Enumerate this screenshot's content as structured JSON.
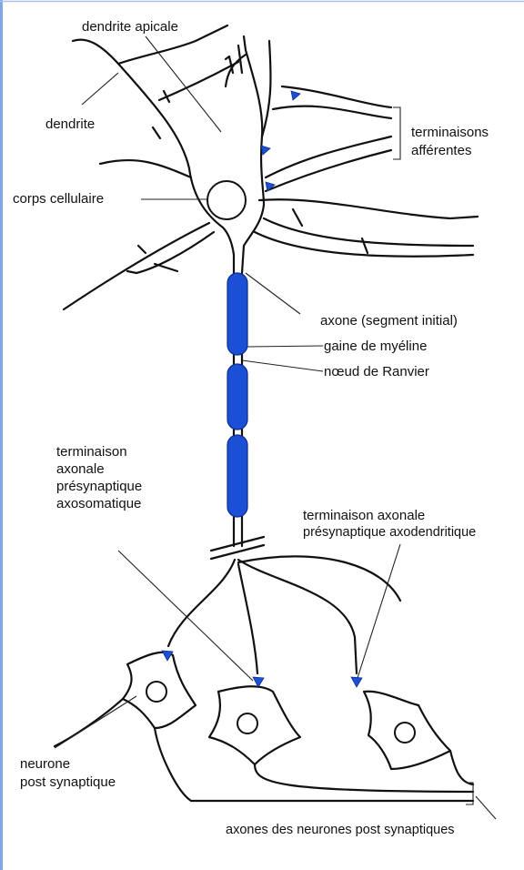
{
  "labels": {
    "dendrite_apicale": "dendrite apicale",
    "dendrite": "dendrite",
    "terminaisons_afferentes_1": "terminaisons",
    "terminaisons_afferentes_2": "afférentes",
    "corps_cellulaire": "corps cellulaire",
    "axone_segment_initial": "axone (segment initial)",
    "gaine_myeline": "gaine de myéline",
    "noeud_ranvier": "nœud de Ranvier",
    "terminaison_axosomatique_1": "terminaison",
    "terminaison_axosomatique_2": "axonale",
    "terminaison_axosomatique_3": "présynaptique",
    "terminaison_axosomatique_4": "axosomatique",
    "terminaison_axodendritique_1": "terminaison axonale",
    "terminaison_axodendritique_2": "présynaptique axodendritique",
    "neurone_post_1": "neurone",
    "neurone_post_2": "post synaptique",
    "axones_neurones_post": "axones des neurones post synaptiques"
  },
  "colors": {
    "myelin": "#1a4fd6",
    "lines": "#111111",
    "frame": "#7fa7e6"
  }
}
